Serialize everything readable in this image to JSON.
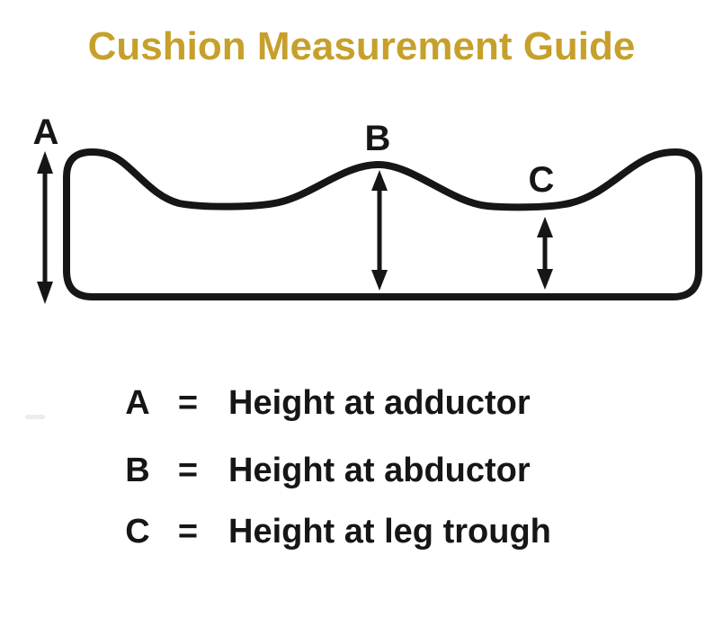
{
  "title": {
    "text": "Cushion Measurement Guide"
  },
  "diagram": {
    "labels": {
      "a": "A",
      "b": "B",
      "c": "C"
    }
  },
  "legend": {
    "rows": [
      {
        "letter": "A",
        "equals": "=",
        "description": "Height at adductor"
      },
      {
        "letter": "B",
        "equals": "=",
        "description": "Height at abductor"
      },
      {
        "letter": "C",
        "equals": "=",
        "description": "Height at leg trough"
      }
    ]
  },
  "colors": {
    "background": "#FFFFFF",
    "title_gold": "#C6A02B",
    "ink_black": "#161616"
  }
}
